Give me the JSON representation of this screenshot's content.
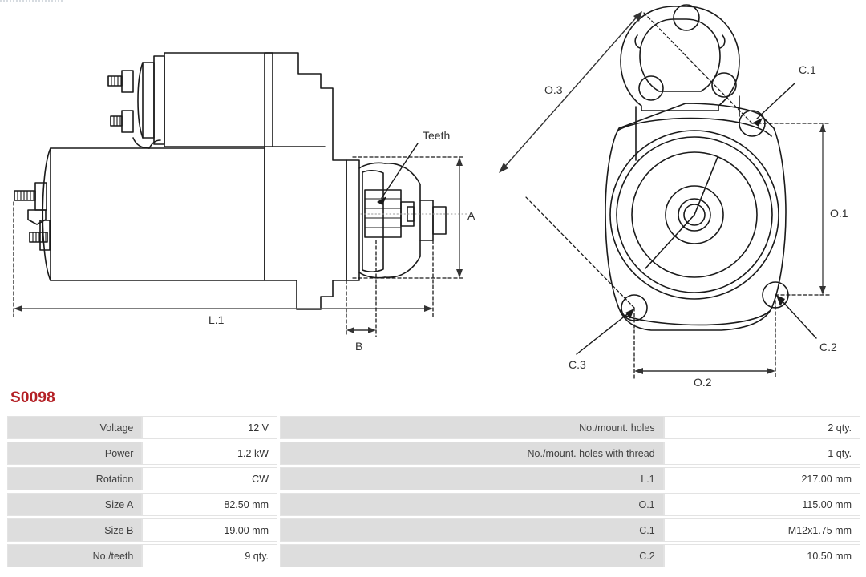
{
  "part_number": "S0098",
  "drawings": {
    "side_view": {
      "name": "starter-side-view",
      "callouts": {
        "teeth": "Teeth",
        "length_overall": "L.1",
        "height_a": "A",
        "width_b": "B"
      }
    },
    "front_view": {
      "name": "starter-front-view",
      "callouts": {
        "diagonal": "O.3",
        "height": "O.1",
        "width": "O.2",
        "hole_1": "C.1",
        "hole_2": "C.2",
        "hole_3": "C.3"
      }
    }
  },
  "specs_left": [
    {
      "label": "Voltage",
      "value": "12 V"
    },
    {
      "label": "Power",
      "value": "1.2 kW"
    },
    {
      "label": "Rotation",
      "value": "CW"
    },
    {
      "label": "Size A",
      "value": "82.50 mm"
    },
    {
      "label": "Size B",
      "value": "19.00 mm"
    },
    {
      "label": "No./teeth",
      "value": "9 qty."
    }
  ],
  "specs_right": [
    {
      "label": "No./mount. holes",
      "value": "2 qty."
    },
    {
      "label": "No./mount. holes with thread",
      "value": "1 qty."
    },
    {
      "label": "L.1",
      "value": "217.00 mm"
    },
    {
      "label": "O.1",
      "value": "115.00 mm"
    },
    {
      "label": "C.1",
      "value": "M12x1.75 mm"
    },
    {
      "label": "C.2",
      "value": "10.50 mm"
    }
  ],
  "colors": {
    "part_number": "#b42025",
    "label_cell_bg": "#dddddd",
    "value_cell_bg": "#ffffff",
    "line": "#1a1a1a"
  }
}
